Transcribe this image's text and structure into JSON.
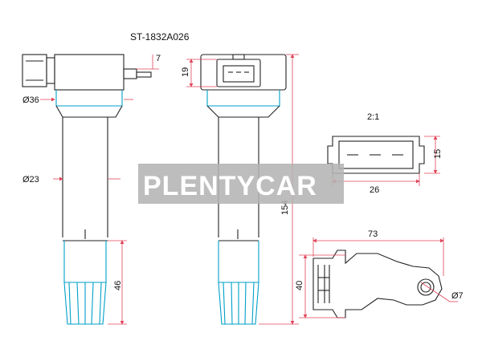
{
  "part_number": "ST-1832A026",
  "watermark": "PLENTYCAR",
  "dimensions": {
    "body_diameter": "Ø36",
    "tube_diameter": "Ø23",
    "connector_offset": "7",
    "connector_height": "19",
    "total_length": "154",
    "boot_length": "46",
    "connector_scale": "2:1",
    "connector_width": "26",
    "connector_side": "15",
    "top_width": "73",
    "top_depth": "40",
    "mount_hole": "Ø7"
  },
  "colors": {
    "outline": "#222222",
    "dimension": "#e0455a",
    "highlight": "#00a0c8",
    "watermark_bg": "#b4b4b4"
  }
}
